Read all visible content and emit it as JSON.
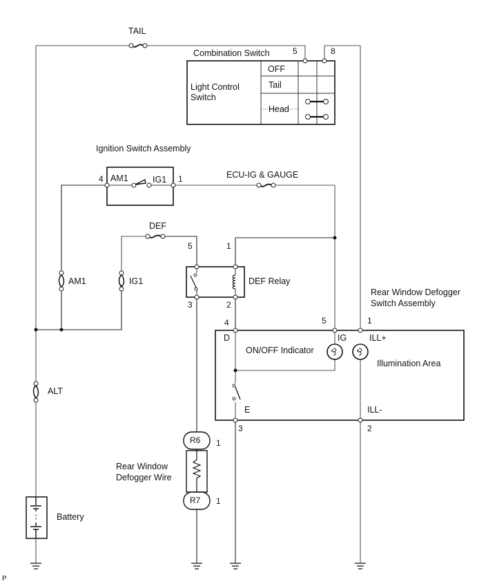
{
  "fuses": {
    "tail": "TAIL",
    "ecu_ig_gauge": "ECU-IG & GAUGE",
    "def": "DEF",
    "am1": "AM1",
    "ig1": "IG1",
    "alt": "ALT"
  },
  "combination_switch": {
    "title": "Combination Switch",
    "name_line1": "Light Control",
    "name_line2": "Switch",
    "pin_left": "5",
    "pin_right": "8",
    "positions": [
      "OFF",
      "Tail",
      "Head"
    ]
  },
  "ignition_switch": {
    "title": "Ignition Switch Assembly",
    "pin_left": "4",
    "pin_right": "1",
    "terminal_left": "AM1",
    "terminal_right": "IG1"
  },
  "def_relay": {
    "title": "DEF Relay",
    "pin_switch_top": "5",
    "pin_coil_top": "1",
    "pin_switch_bottom": "3",
    "pin_coil_bottom": "2"
  },
  "defogger_switch": {
    "title_line1": "Rear Window Defogger",
    "title_line2": "Switch Assembly",
    "pin_d": "4",
    "pin_ig": "5",
    "pin_ill_plus": "1",
    "pin_e": "3",
    "pin_ill_minus": "2",
    "terminal_d": "D",
    "terminal_ig": "IG",
    "terminal_ill_plus": "ILL+",
    "terminal_e": "E",
    "terminal_ill_minus": "ILL-",
    "indicator": "ON/OFF Indicator",
    "illumination": "Illumination Area"
  },
  "defogger_wire": {
    "label_line1": "Rear Window",
    "label_line2": "Defogger Wire",
    "connector_top": "R6",
    "connector_bottom": "R7",
    "pin_top": "1",
    "pin_bottom": "1"
  },
  "battery": {
    "label": "Battery"
  },
  "footer_mark": "P"
}
